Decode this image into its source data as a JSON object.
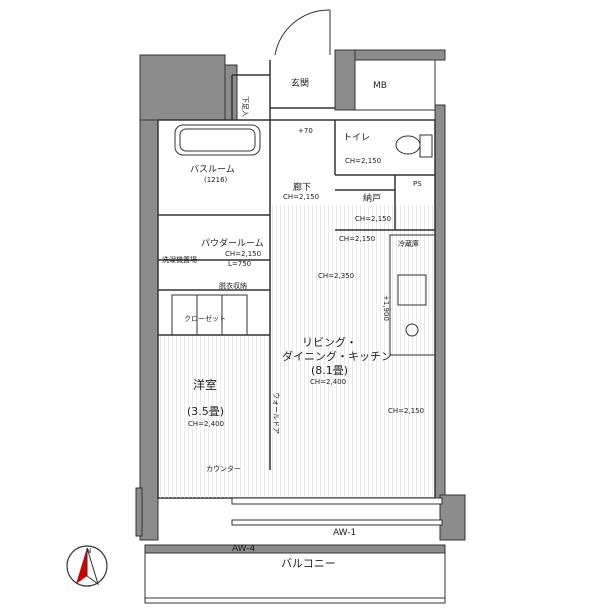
{
  "rooms": {
    "genkan": "玄関",
    "mb": "MB",
    "geta": "下足入",
    "toilet": "トイレ",
    "toilet_ch": "CH=2,150",
    "bath": "バスルーム",
    "bath_size": "(1216)",
    "roka": "廊下",
    "roka_ch": "CH=2,150",
    "ps": "PS",
    "nando": "納戸",
    "nando_ch": "CH=2,150",
    "powder": "パウダールーム",
    "powder_ch": "CH=2,150",
    "laundry": "洗濯機置場",
    "bed": "洋室",
    "bed_size": "(3.5畳)",
    "bed_ch": "CH=2,400",
    "closet": "クローゼット",
    "ldk1": "リビング・",
    "ldk2": "ダイニング・キッチン",
    "ldk_size": "(8.1畳)",
    "ldk_ch": "CH=2,400",
    "ceiling_ch1": "CH=2,350",
    "ceiling_ch2": "CH=2,150",
    "ceiling_ch3": "CH=2,150",
    "fridge": "冷蔵庫",
    "counter": "カウンター",
    "balcony": "バルコニー",
    "aw1": "AW-1",
    "aw4": "AW-4",
    "dim1": "+70",
    "dim2": "+1,900",
    "dim3": "L=750",
    "wall_door": "ウォールドア",
    "storage": "脱衣収納"
  },
  "compass": {
    "north": "N"
  },
  "colors": {
    "wall": "#8c8c8c",
    "line": "#333333",
    "floor": "#ffffff",
    "wood": "#e9e9e9"
  }
}
